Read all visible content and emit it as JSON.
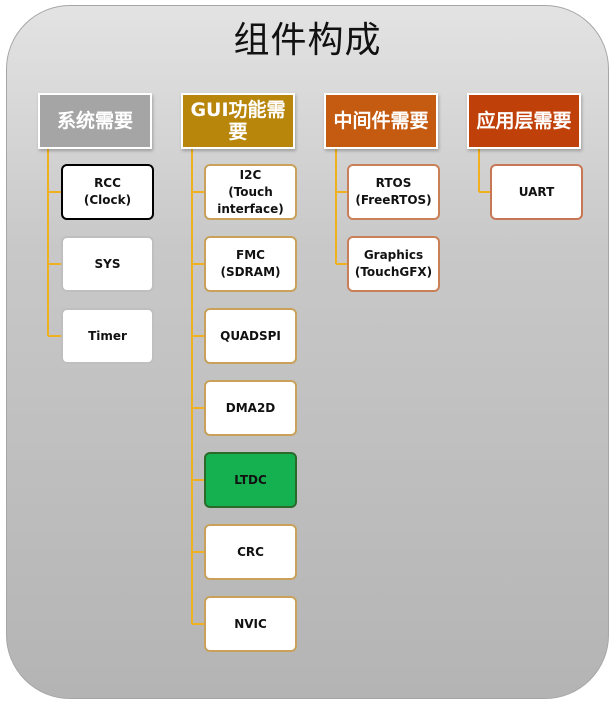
{
  "title": "组件构成",
  "colors": {
    "system": "#a5a5a5",
    "gui": "#b8860b",
    "middleware": "#c55a11",
    "application": "#c0400a",
    "system_item_border": "#bfbfbf",
    "gui_item_border": "#c9a15a",
    "middleware_item_border": "#c98058",
    "application_item_border": "#c87755",
    "highlight": "#15b050",
    "connector": "#f0b020"
  },
  "columns": [
    {
      "key": "system",
      "header": "系统需要",
      "items": [
        {
          "label": "RCC\n(Clock)",
          "selected": true
        },
        {
          "label": "SYS"
        },
        {
          "label": "Timer"
        }
      ]
    },
    {
      "key": "gui",
      "header": "GUI功能需要",
      "items": [
        {
          "label": "I2C\n(Touch\ninterface)"
        },
        {
          "label": "FMC (SDRAM)"
        },
        {
          "label": "QUADSPI"
        },
        {
          "label": "DMA2D"
        },
        {
          "label": "LTDC",
          "highlighted": true
        },
        {
          "label": "CRC"
        },
        {
          "label": "NVIC"
        }
      ]
    },
    {
      "key": "middleware",
      "header": "中间件需要",
      "items": [
        {
          "label": "RTOS\n(FreeRTOS)"
        },
        {
          "label": "Graphics\n(TouchGFX)"
        }
      ]
    },
    {
      "key": "application",
      "header": "应用层需要",
      "items": [
        {
          "label": "UART"
        }
      ]
    }
  ]
}
